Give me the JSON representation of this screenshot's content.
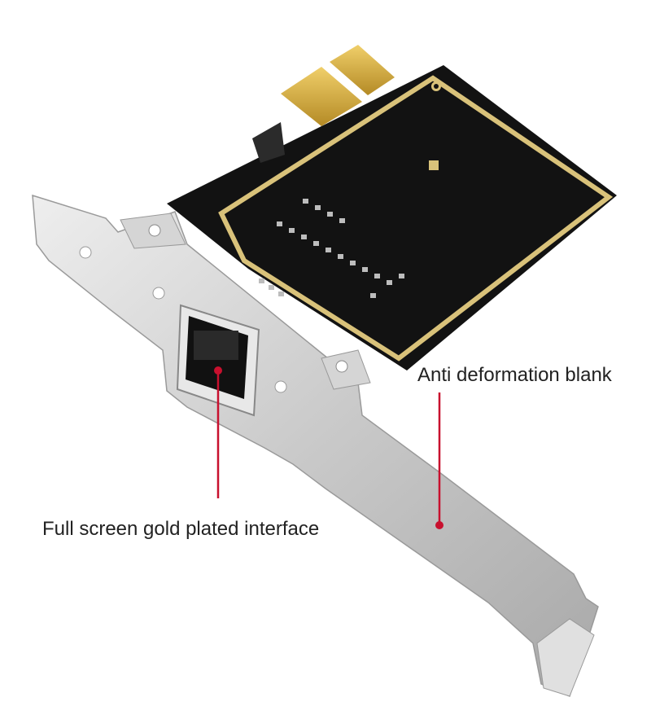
{
  "labels": {
    "anti_deformation": "Anti deformation blank",
    "gold_interface": "Full screen gold plated interface"
  },
  "colors": {
    "callout_line": "#c8102e",
    "pcb": "#141414",
    "pcb_border": "#d9c27a",
    "gold_fingers": "#d4a83a",
    "bracket": "#c9c9c9"
  },
  "icons": {
    "callout_dot": "red-dot",
    "ethernet_port": "rj45-port"
  }
}
